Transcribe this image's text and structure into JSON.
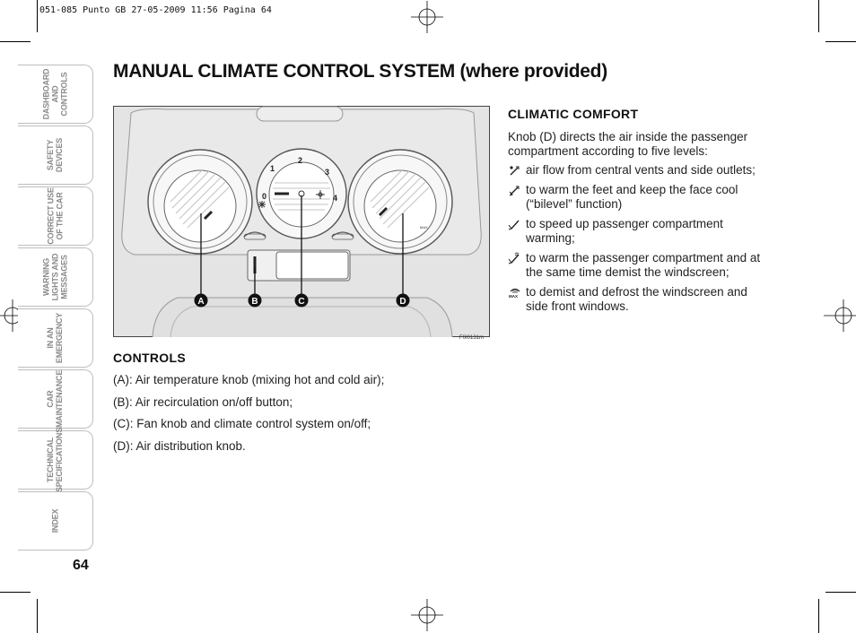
{
  "header": {
    "print_line": "051-085 Punto GB  27-05-2009  11:56  Pagina 64"
  },
  "sidebar": {
    "tabs": [
      {
        "label": "DASHBOARD\nAND\nCONTROLS",
        "active": true
      },
      {
        "label": "SAFETY\nDEVICES",
        "active": false
      },
      {
        "label": "CORRECT USE\nOF THE CAR",
        "active": false
      },
      {
        "label": "WARNING\nLIGHTS AND\nMESSAGES",
        "active": false
      },
      {
        "label": "IN AN\nEMERGENCY",
        "active": false
      },
      {
        "label": "CAR\nMAINTENANCE",
        "active": false
      },
      {
        "label": "TECHNICAL\nSPECIFICATIONS",
        "active": false
      },
      {
        "label": "INDEX",
        "active": false
      }
    ]
  },
  "page": {
    "number": "64",
    "title": "MANUAL CLIMATE CONTROL SYSTEM (where provided)"
  },
  "figure": {
    "code": "F0I0131m",
    "fan_scale": [
      "0",
      "1",
      "2",
      "3",
      "4"
    ],
    "callouts": [
      "A",
      "B",
      "C",
      "D"
    ]
  },
  "controls": {
    "heading": "CONTROLS",
    "items": [
      "(A): Air temperature knob (mixing hot and cold air);",
      "(B): Air recirculation on/off button;",
      "(C): Fan knob and climate control system on/off;",
      "(D): Air distribution knob."
    ]
  },
  "climatic_comfort": {
    "heading": "CLIMATIC COMFORT",
    "intro": "Knob (D) directs the air inside the passenger compartment according to five levels:",
    "levels": [
      {
        "icon": "face-vents-icon",
        "text": "air flow from central vents and side outlets;"
      },
      {
        "icon": "feet-face-icon",
        "text": "to warm the feet and keep the face cool (“bilevel” function)"
      },
      {
        "icon": "feet-icon",
        "text": "to speed up passenger compartment warming;"
      },
      {
        "icon": "feet-demist-icon",
        "text": "to warm the passenger compartment and at the same time demist the windscreen;"
      },
      {
        "icon": "max-defrost-icon",
        "text": "to demist and defrost the windscreen and side front windows."
      }
    ]
  },
  "colors": {
    "active_tab": "#1c1c1c",
    "inactive_tab_text": "#8a8a8a",
    "figure_bg": "#e4e4e4"
  }
}
